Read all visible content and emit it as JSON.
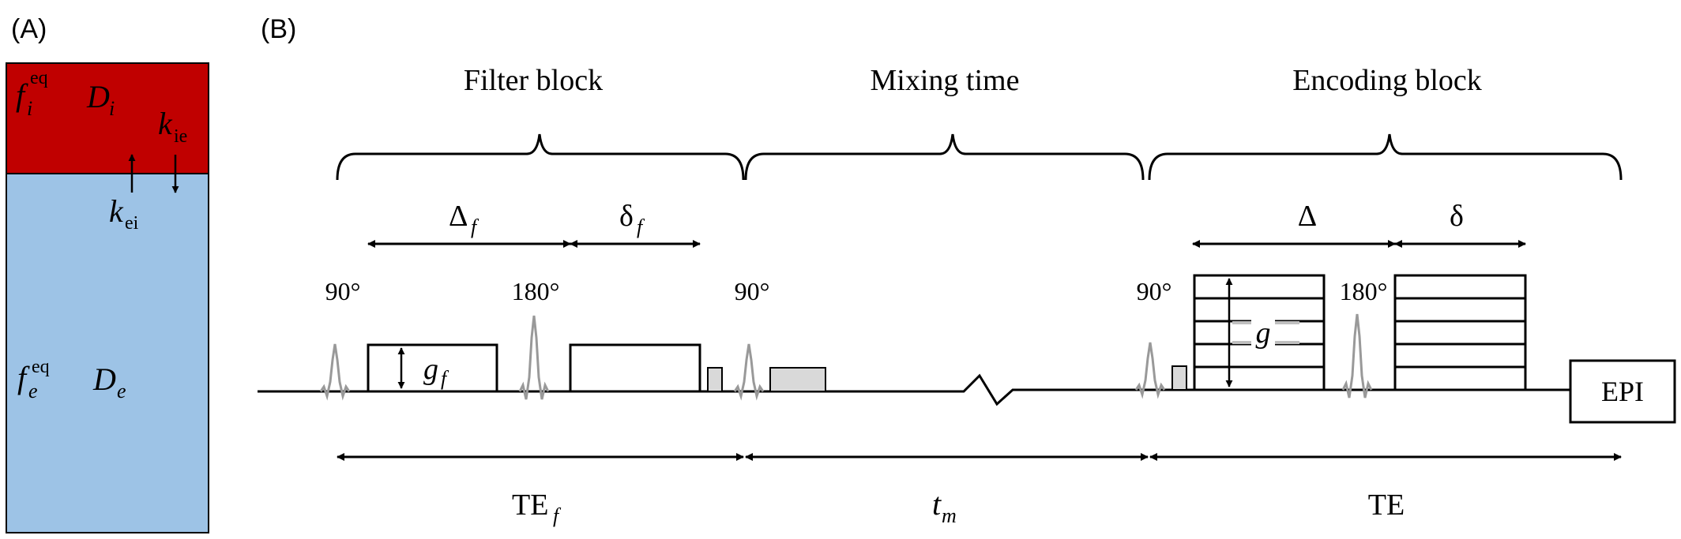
{
  "panel_a": {
    "label": "(A)",
    "colors": {
      "intra": "#c00000",
      "extra": "#9dc3e6"
    },
    "f_i": "f",
    "f_i_sub": "i",
    "f_i_sup": "eq",
    "d_i": "D",
    "d_i_sub": "i",
    "k_ie": "k",
    "k_ie_sub": "ie",
    "k_ei": "k",
    "k_ei_sub": "ei",
    "f_e": "f",
    "f_e_sub": "e",
    "f_e_sup": "eq",
    "d_e": "D",
    "d_e_sub": "e"
  },
  "panel_b": {
    "label": "(B)",
    "blocks": {
      "filter": "Filter block",
      "mixing": "Mixing time",
      "encoding": "Encoding block"
    },
    "delta_f": "Δ",
    "delta_f_sub": "f",
    "small_delta_f": "δ",
    "small_delta_f_sub": "f",
    "big_delta": "Δ",
    "small_delta": "δ",
    "pulse_90_a": "90°",
    "pulse_180_a": "180°",
    "pulse_90_b": "90°",
    "pulse_90_c": "90°",
    "pulse_180_b": "180°",
    "g_f": "g",
    "g_f_sub": "f",
    "g": "g",
    "epi": "EPI",
    "te_f": "TE",
    "te_f_sub": "f",
    "t_m": "t",
    "t_m_sub": "m",
    "te": "TE"
  }
}
